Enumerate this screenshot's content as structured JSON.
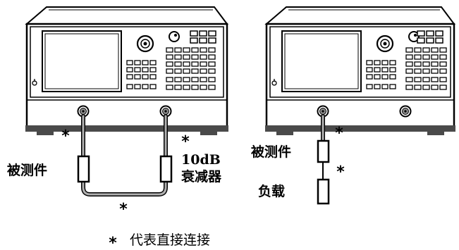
{
  "left_setup": {
    "dut_label": "被测件",
    "attenuator_label": {
      "line1": "10dB",
      "line2": "衰减器"
    },
    "connection_marks": [
      "*",
      "*",
      "*"
    ]
  },
  "right_setup": {
    "dut_label": "被测件",
    "load_label": "负载",
    "connection_marks": [
      "*",
      "*"
    ]
  },
  "legend": {
    "mark": "*",
    "text": "代表直接连接"
  },
  "colors": {
    "line": "#000000",
    "cable": "#b0b0b0",
    "base": "#4a4a4a",
    "panel": "#ffffff"
  }
}
